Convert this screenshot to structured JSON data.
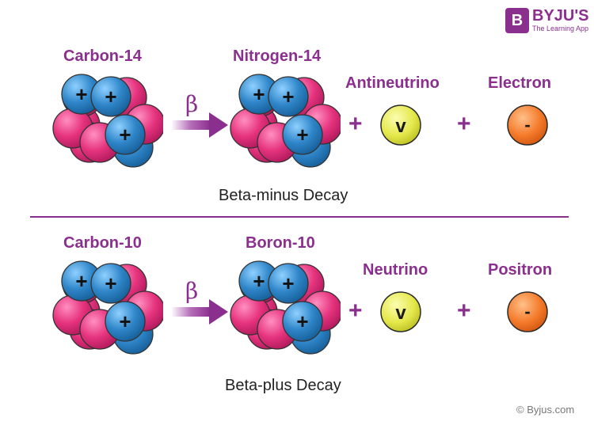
{
  "brand": {
    "logo_letter": "B",
    "name": "BYJU'S",
    "tagline": "The Learning App",
    "copyright": "© Byjus.com"
  },
  "beta_minus": {
    "parent": "Carbon-14",
    "daughter": "Nitrogen-14",
    "particle1_label": "Antineutrino",
    "particle1_symbol": "v",
    "particle2_label": "Electron",
    "particle2_symbol": "-",
    "decay_symbol": "β",
    "plus": "+",
    "caption": "Beta-minus Decay"
  },
  "beta_plus": {
    "parent": "Carbon-10",
    "daughter": "Boron-10",
    "particle1_label": "Neutrino",
    "particle1_symbol": "v",
    "particle2_label": "Positron",
    "particle2_symbol": "-",
    "decay_symbol": "β",
    "plus": "+",
    "caption": "Beta-plus Decay"
  },
  "nucleus": {
    "proton_sign": "+",
    "proton_color": "#2f86c9",
    "neutron_color": "#e6337e"
  },
  "colors": {
    "accent": "#8b2f8f",
    "neutrino_fill": "#e4e84a",
    "electron_fill": "#f47a2a"
  }
}
